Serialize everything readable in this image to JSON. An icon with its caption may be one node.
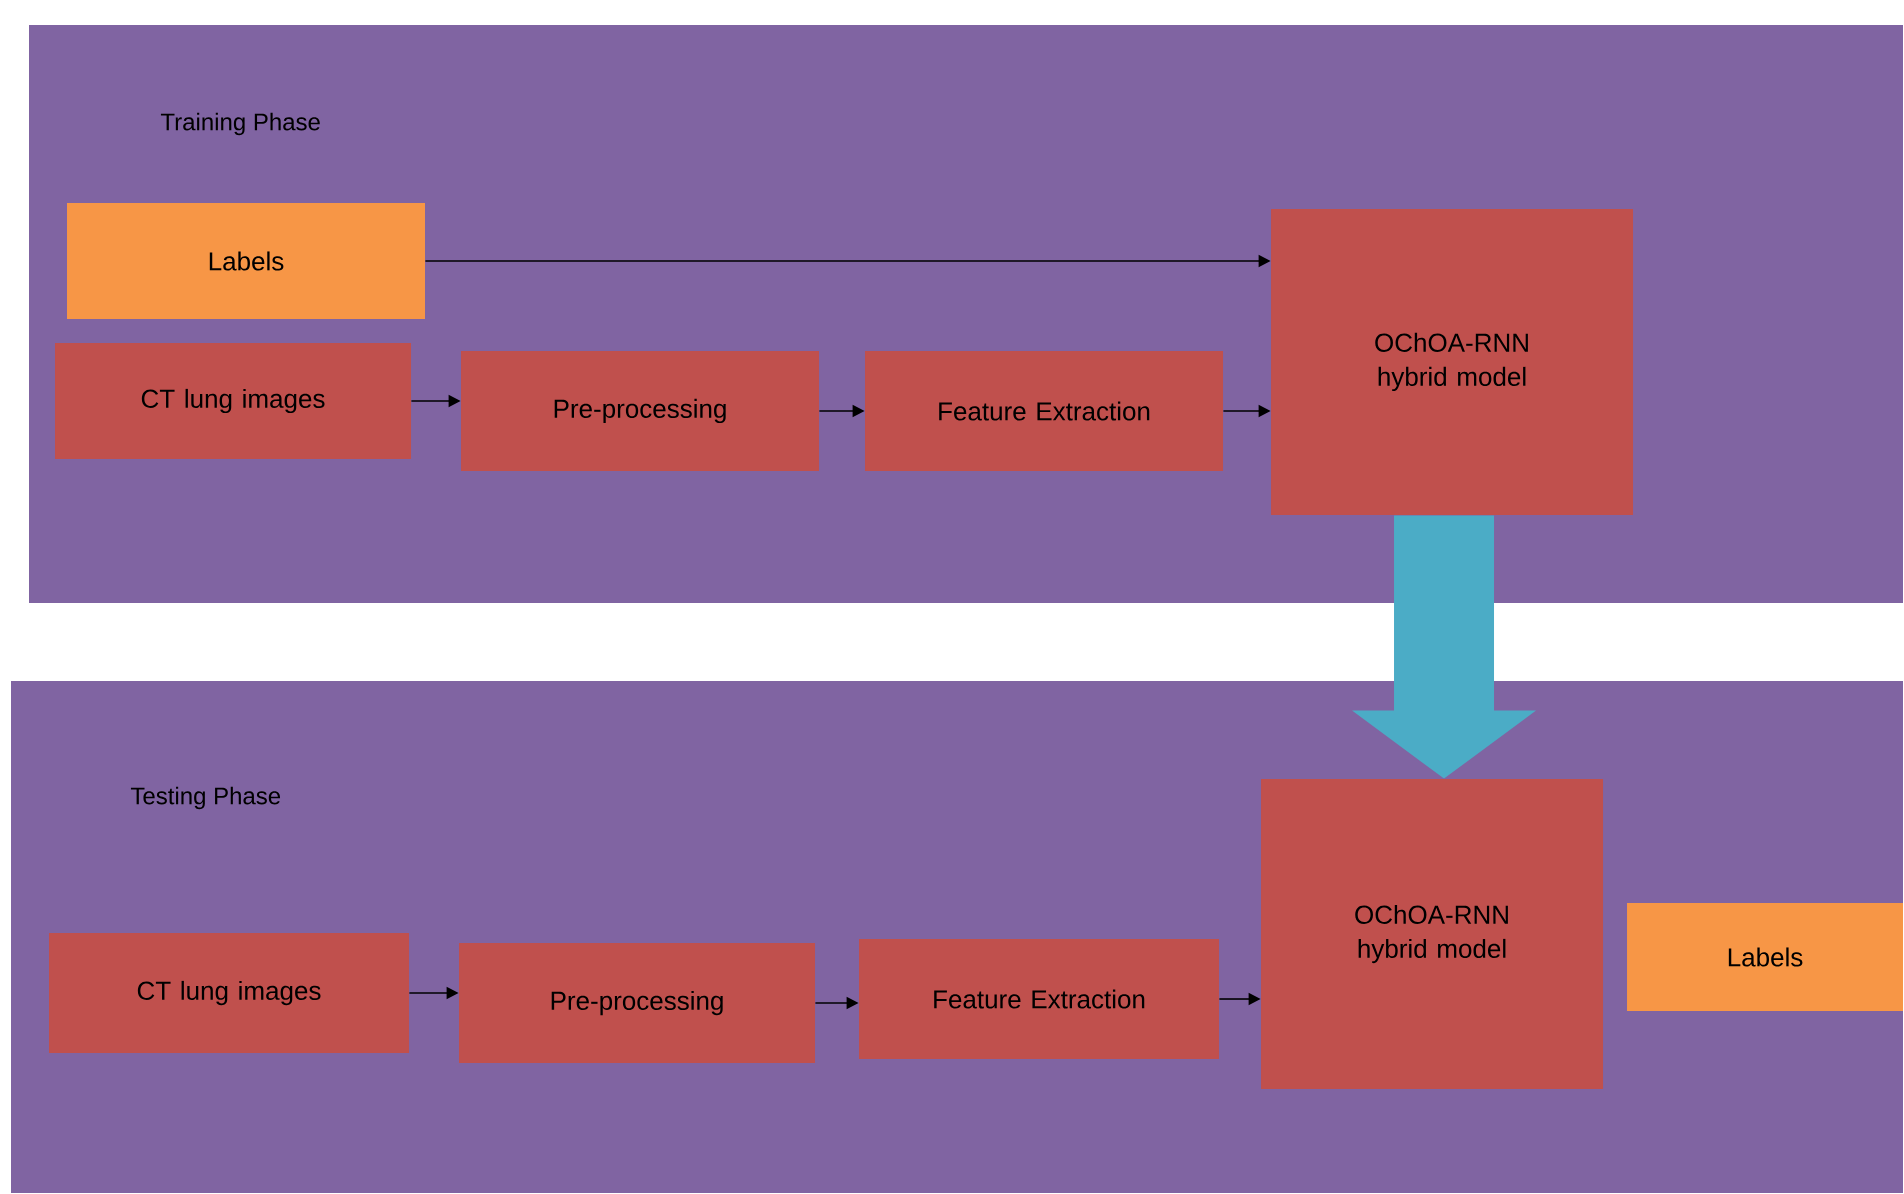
{
  "diagram": {
    "nodes": [
      {
        "text": [
          "Training Phase"
        ]
      },
      {
        "text": [
          "Labels"
        ],
        "in": 0
      },
      {
        "text": [
          "CT lung images"
        ],
        "in": 0
      },
      {
        "text": [
          "Pre-processing"
        ],
        "in": 0
      },
      {
        "text": [
          "Feature Extraction"
        ],
        "in": 0
      },
      {
        "text": [
          "OChOA-RNN hybrid model"
        ],
        "in": 0
      },
      {
        "text": [
          "Testing Phase"
        ]
      },
      {
        "text": [
          "CT lung images"
        ],
        "in": 6
      },
      {
        "text": [
          "Pre-processing"
        ],
        "in": 6
      },
      {
        "text": [
          "Feature Extraction"
        ],
        "in": 6
      },
      {
        "text": [
          "OChOA-RNN hybrid model"
        ],
        "in": 6
      },
      {
        "text": [
          "Labels"
        ],
        "in": 6
      }
    ],
    "edges": [
      {
        "from": 1,
        "to": 5,
        "arrow": "to"
      },
      {
        "from": 2,
        "to": 3,
        "arrow": "to"
      },
      {
        "from": 3,
        "to": 4,
        "arrow": "to"
      },
      {
        "from": 4,
        "to": 5,
        "arrow": "to"
      },
      {
        "from": 5,
        "to": 10,
        "arrow": "to",
        "style": "thick",
        "color": "#4bacc6"
      },
      {
        "from": 7,
        "to": 8,
        "arrow": "to"
      },
      {
        "from": 8,
        "to": 9,
        "arrow": "to"
      },
      {
        "from": 9,
        "to": 10,
        "arrow": "to"
      }
    ]
  }
}
